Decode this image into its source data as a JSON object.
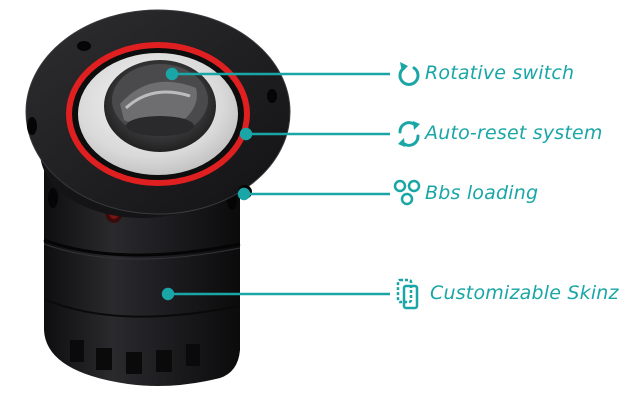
{
  "colors": {
    "accent": "#1aa6a6",
    "device_body": "#1c1c1e",
    "ring": "#e02020",
    "plate": "#e6e6e6"
  },
  "features": [
    {
      "icon": "rotate-arrow-icon",
      "label": "Rotative switch"
    },
    {
      "icon": "auto-reset-arrows-icon",
      "label": "Auto-reset system"
    },
    {
      "icon": "bbs-circles-icon",
      "label": "Bbs loading"
    },
    {
      "icon": "phone-skin-icon",
      "label": "Customizable Skinz"
    }
  ]
}
